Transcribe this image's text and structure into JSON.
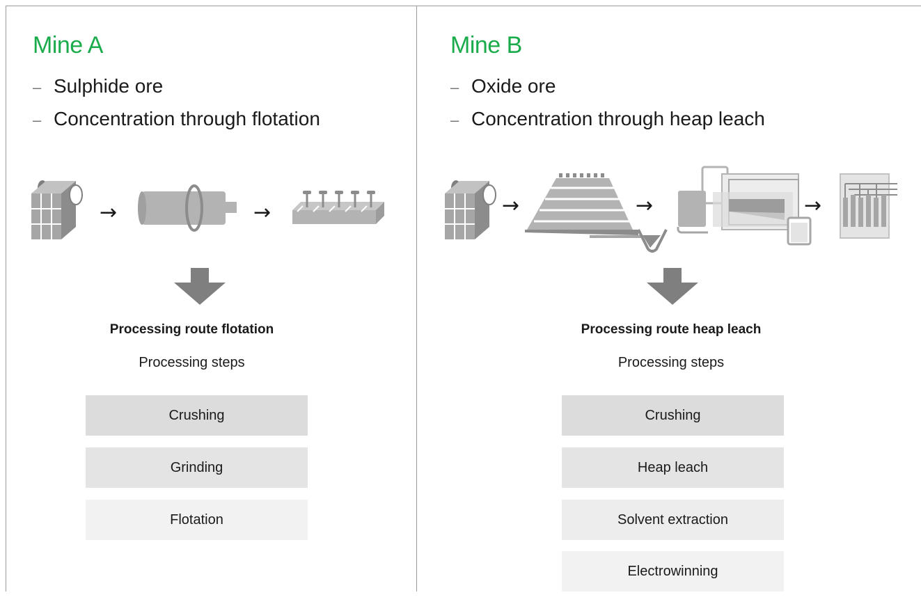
{
  "mine_a": {
    "title": "Mine A",
    "bullets": [
      "Sulphide ore",
      "Concentration through flotation"
    ],
    "route_title": "Processing route flotation",
    "steps_label": "Processing steps",
    "steps": [
      "Crushing",
      "Grinding",
      "Flotation"
    ],
    "flow_icons": [
      "crusher-icon",
      "grinding-mill-icon",
      "flotation-cells-icon"
    ]
  },
  "mine_b": {
    "title": "Mine B",
    "bullets": [
      "Oxide ore",
      "Concentration through heap leach"
    ],
    "route_title": "Processing route heap leach",
    "steps_label": "Processing steps",
    "steps": [
      "Crushing",
      "Heap leach",
      "Solvent extraction",
      "Electrowinning"
    ],
    "flow_icons": [
      "crusher-icon",
      "heap-leach-pad-icon",
      "solvent-extraction-icon",
      "electrowinning-cells-icon"
    ]
  },
  "colors": {
    "title_green": "#1aab4b",
    "divider": "#9a9a9a",
    "icon_gray": "#a6a6a6",
    "arrow_gray": "#7f7f7f",
    "step_shades": [
      "#dcdcdc",
      "#e4e4e4",
      "#ededed",
      "#f2f2f2"
    ]
  },
  "connector_symbol": "→"
}
